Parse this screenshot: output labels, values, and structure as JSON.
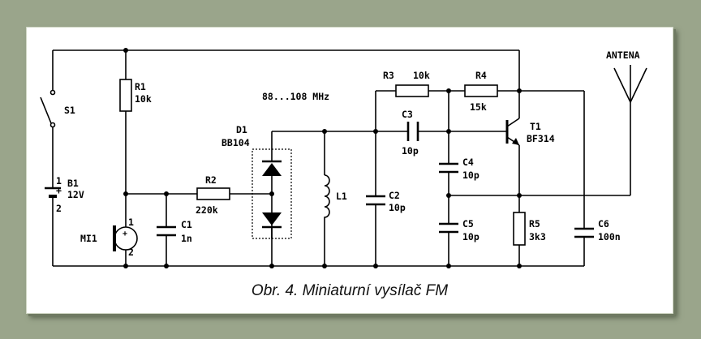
{
  "caption": "Obr. 4. Miniaturní vysílač FM",
  "labels": {
    "s1": "S1",
    "b1": "B1",
    "b1_value": "12V",
    "b1_pin1": "1",
    "b1_plus": "+",
    "b1_pin2": "2",
    "r1": "R1",
    "r1_value": "10k",
    "mi1": "MI1",
    "mi1_pin1": "1",
    "mi1_pin2": "2",
    "mi1_plus": "+",
    "c1": "C1",
    "c1_value": "1n",
    "r2": "R2",
    "r2_value": "220k",
    "d1": "D1",
    "d1_value": "BB104",
    "l1": "L1",
    "freq": "88...108 MHz",
    "r3": "R3",
    "r3_value": "10k",
    "r4": "R4",
    "r4_value": "15k",
    "c3": "C3",
    "c3_value": "10p",
    "c2": "C2",
    "c2_value": "10p",
    "c4": "C4",
    "c4_value": "10p",
    "c5": "C5",
    "c5_value": "10p",
    "t1": "T1",
    "t1_value": "BF314",
    "r5": "R5",
    "r5_value": "3k3",
    "c6": "C6",
    "c6_value": "100n",
    "antenna": "ANTENA"
  }
}
